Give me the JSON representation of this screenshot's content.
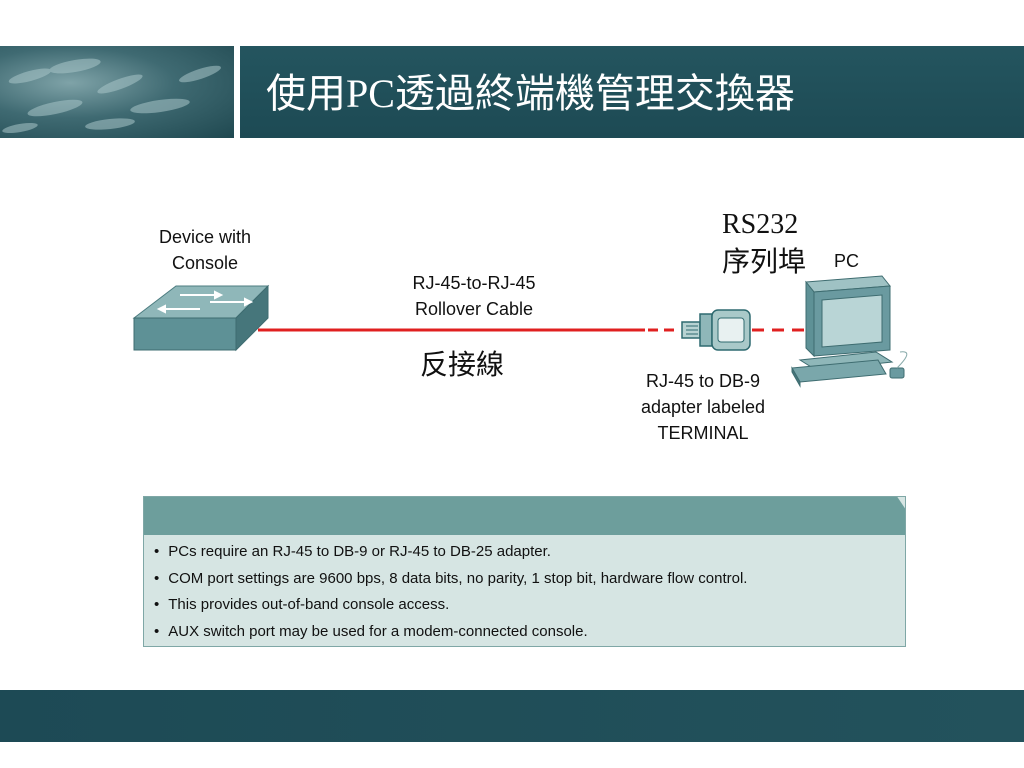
{
  "slide": {
    "title": "使用PC透過終端機管理交換器"
  },
  "diagram": {
    "device_label_line1": "Device with",
    "device_label_line2": "Console",
    "cable_label_line1": "RJ-45-to-RJ-45",
    "cable_label_line2": "Rollover Cable",
    "cable_chinese": "反接線",
    "rs232_line1": "RS232",
    "rs232_line2": "序列埠",
    "pc_label": "PC",
    "adapter_line1": "RJ-45 to DB-9",
    "adapter_line2": "adapter labeled",
    "adapter_line3": "TERMINAL",
    "colors": {
      "cable": "#e02020",
      "device": "#6fa0a4",
      "pc": "#6a9aa0",
      "adapter": "#2f6a70"
    }
  },
  "notes": {
    "items": [
      "PCs require an RJ-45 to DB-9 or RJ-45 to DB-25 adapter.",
      "COM port settings are 9600 bps, 8 data bits, no parity, 1 stop bit, hardware flow control.",
      "This provides out-of-band console access.",
      "AUX switch port may be used for a modem-connected console."
    ]
  }
}
